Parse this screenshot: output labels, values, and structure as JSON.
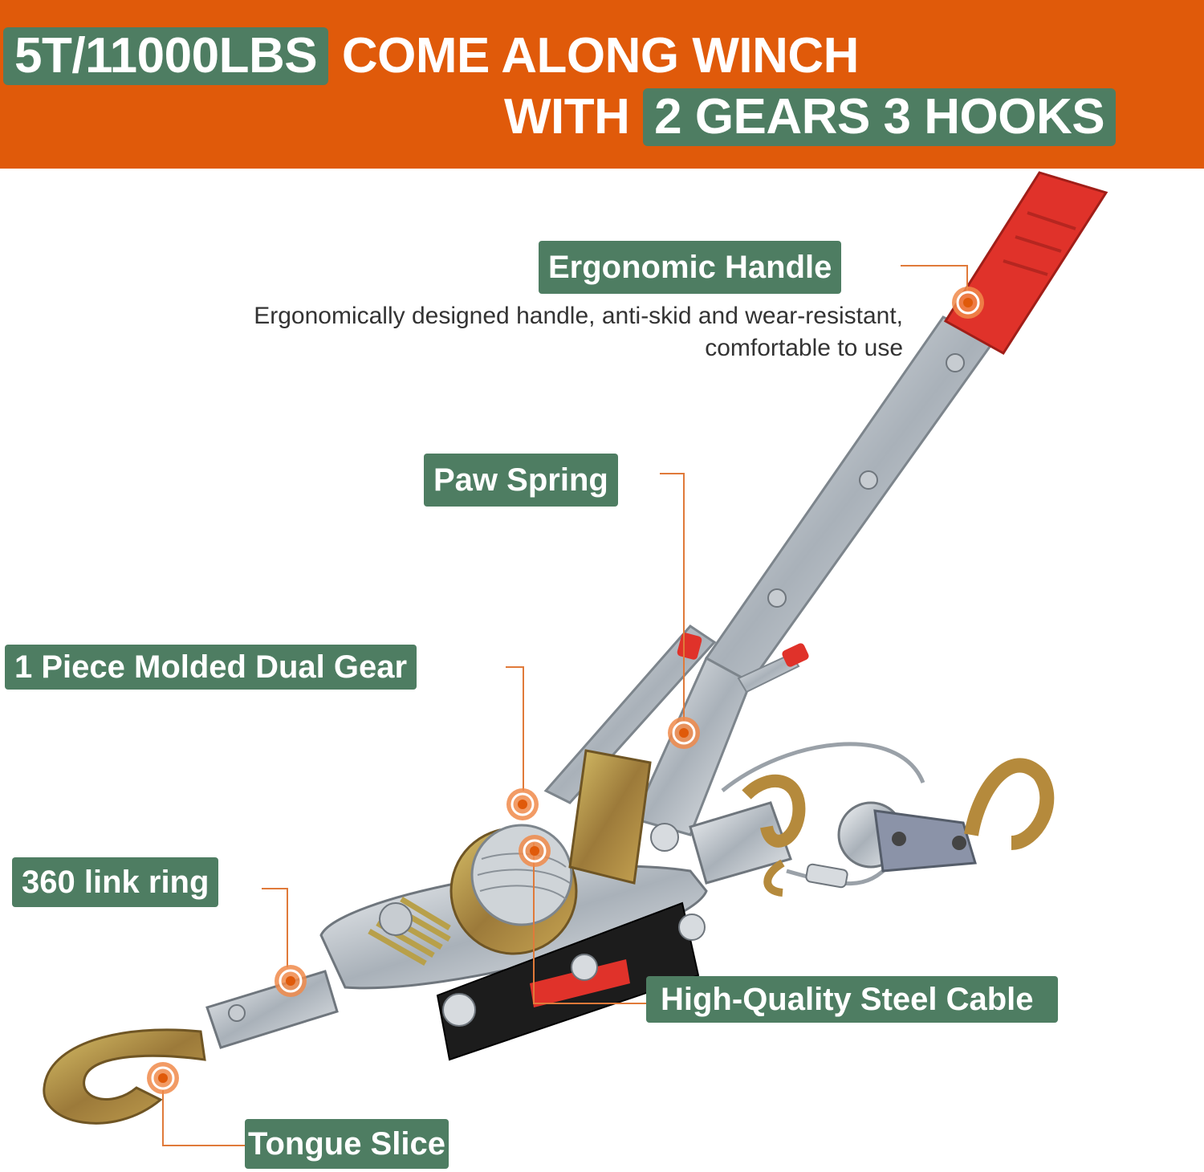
{
  "colors": {
    "brand_orange": "#e05a0a",
    "brand_green": "#4e7d62",
    "accent_red": "#e0322a"
  },
  "headline": {
    "line1_highlight": "5T/11000LBS",
    "line1_text": "COME ALONG WINCH",
    "line2_text": "WITH",
    "line2_highlight": "2 GEARS 3 HOOKS"
  },
  "callouts": {
    "ergonomic_handle": {
      "label": "Ergonomic Handle",
      "desc_line1": "Ergonomically designed handle, anti-skid and wear-resistant,",
      "desc_line2": "comfortable to use"
    },
    "paw_spring": {
      "label": "Paw Spring"
    },
    "dual_gear": {
      "label": "1 Piece Molded Dual Gear"
    },
    "link_ring": {
      "label": "360 link ring"
    },
    "steel_cable": {
      "label": "High-Quality Steel Cable"
    },
    "tongue_slice": {
      "label": "Tongue Slice"
    }
  },
  "icons": [
    "target-marker-icon"
  ]
}
